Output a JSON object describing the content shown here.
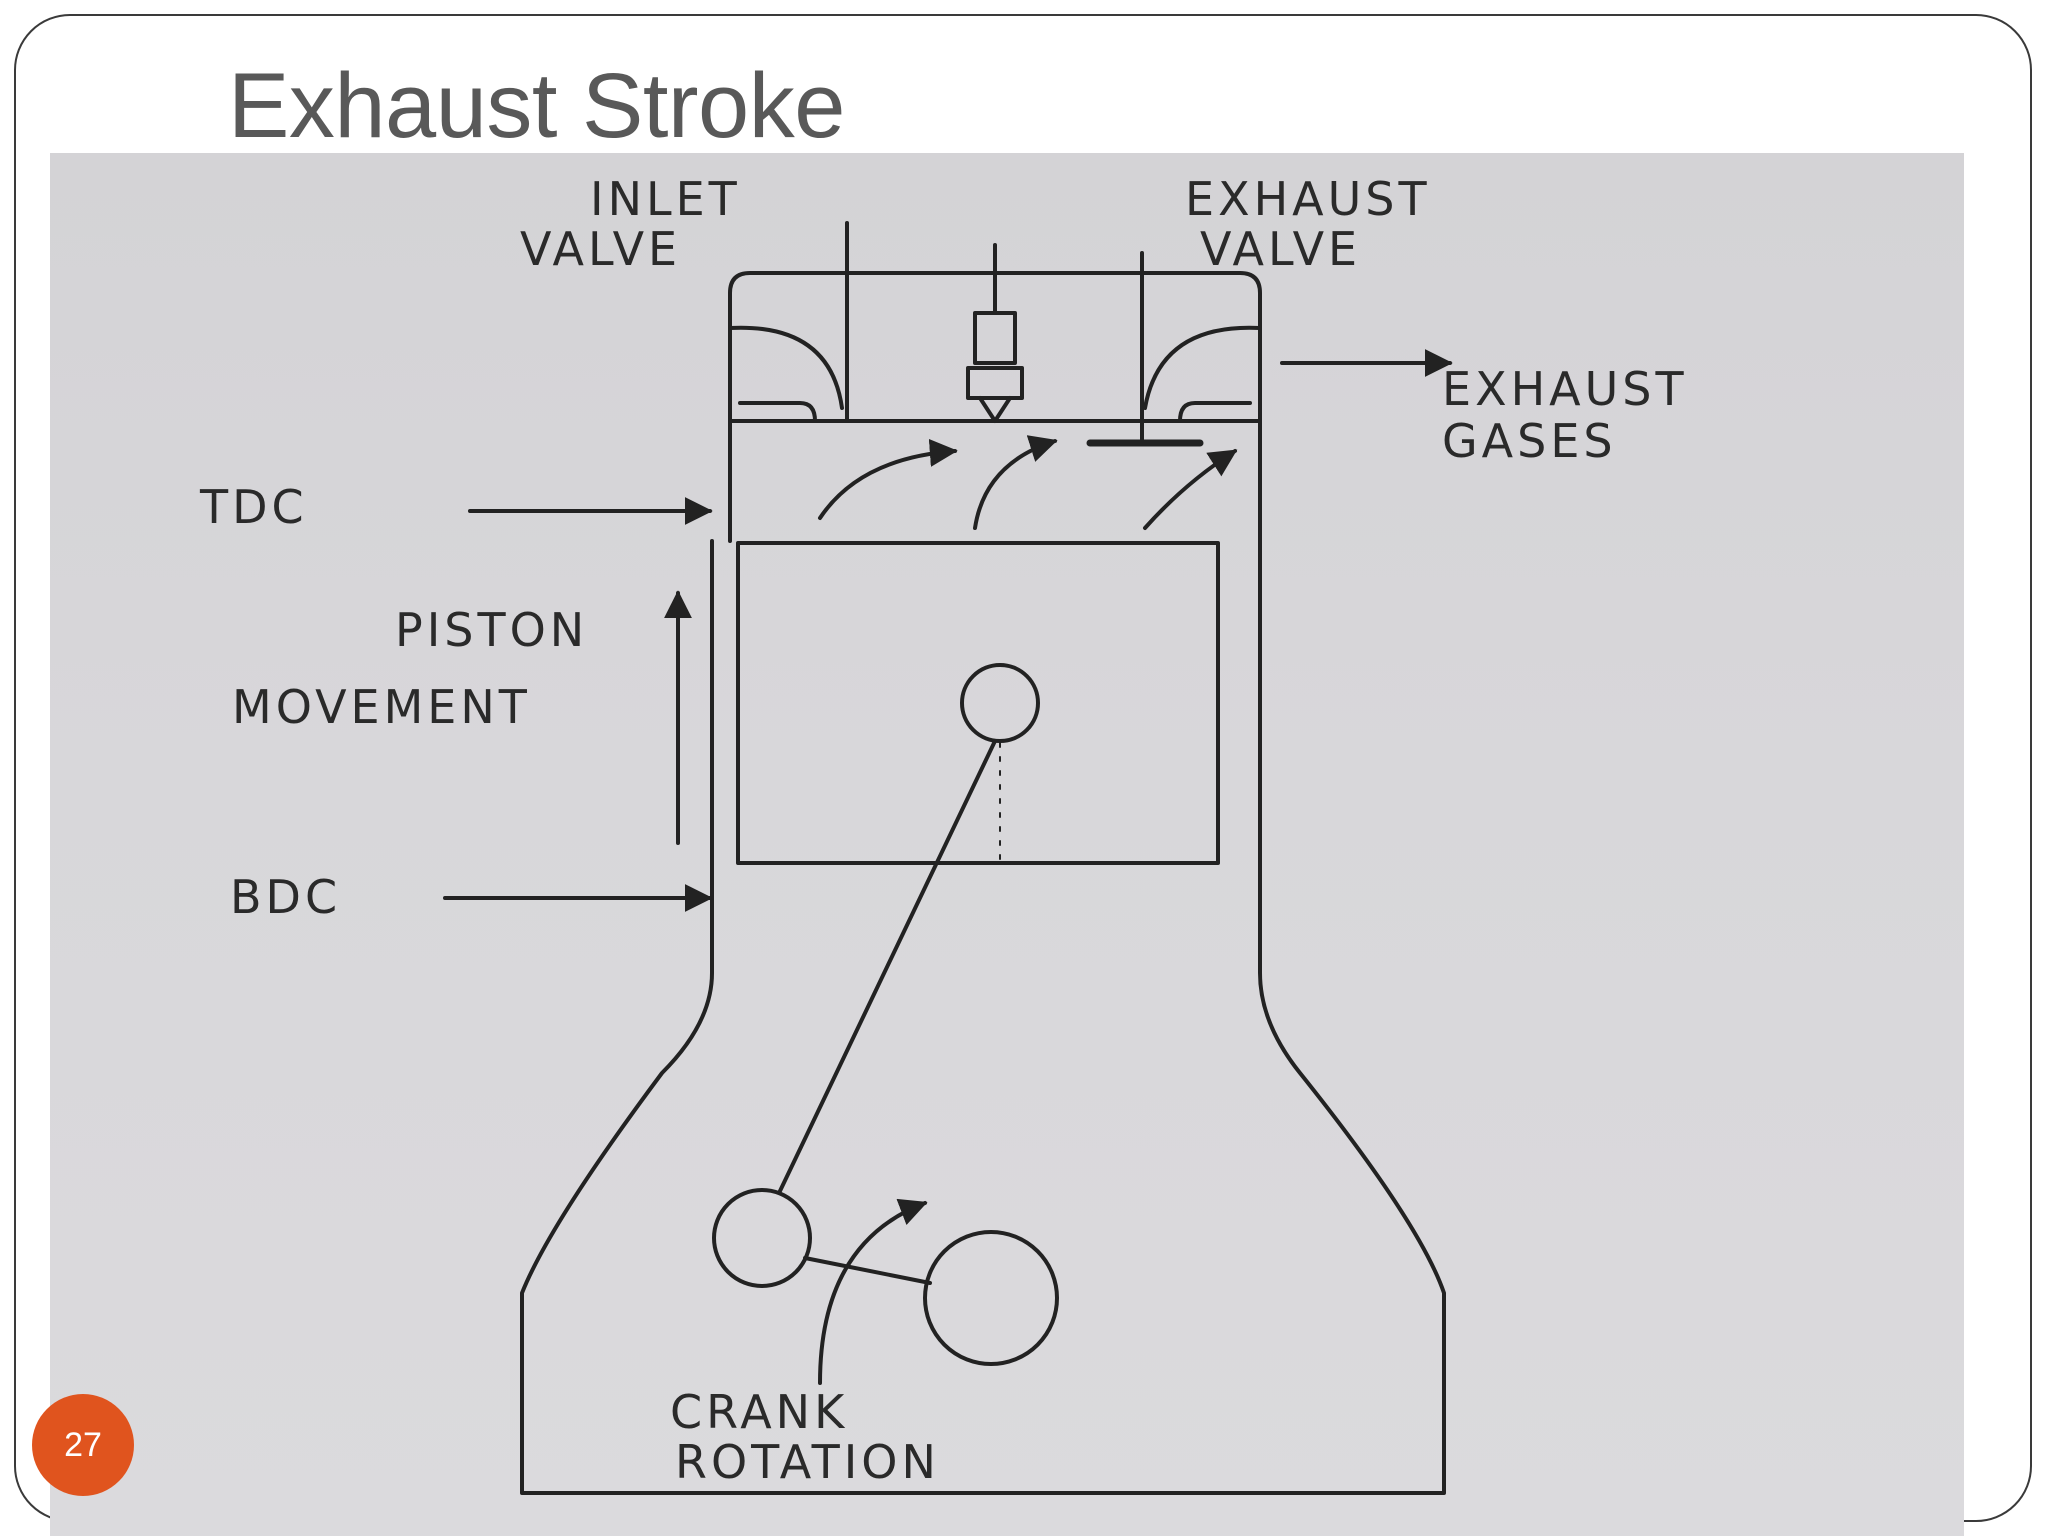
{
  "slide": {
    "title": "Exhaust Stroke",
    "number": "27"
  },
  "diagram": {
    "labels": {
      "inlet_line1": "INLET",
      "inlet_line2": "VALVE",
      "exhaust_line1": "EXHAUST",
      "exhaust_line2": "VALVE",
      "exhaust_gases_line1": "EXHAUST",
      "exhaust_gases_line2": "GASES",
      "tdc": "TDC",
      "bdc": "BDC",
      "piston_line1": "PISTON",
      "piston_line2": "MOVEMENT",
      "crank_line1": "CRANK",
      "crank_line2": "ROTATION"
    }
  },
  "colors": {
    "slide_number_badge": "#e0541e",
    "title": "#595959",
    "ink": "#2a2a2a"
  }
}
